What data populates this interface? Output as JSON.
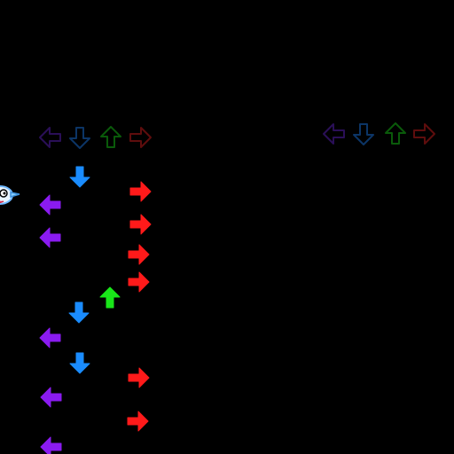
{
  "game": {
    "colors": {
      "left": "#8a1bf0",
      "down": "#1a8cff",
      "up": "#19e619",
      "right": "#ff1a1a"
    },
    "receptor_strum": {
      "left": "#2a0f57",
      "down": "#0c3566",
      "up": "#0a5a0a",
      "right": "#5e0d0d"
    },
    "player_strums": [
      "left",
      "down",
      "up",
      "right"
    ],
    "opponent_strums": [
      "left",
      "down",
      "up",
      "right"
    ],
    "character_icon": "bird-character-icon"
  }
}
